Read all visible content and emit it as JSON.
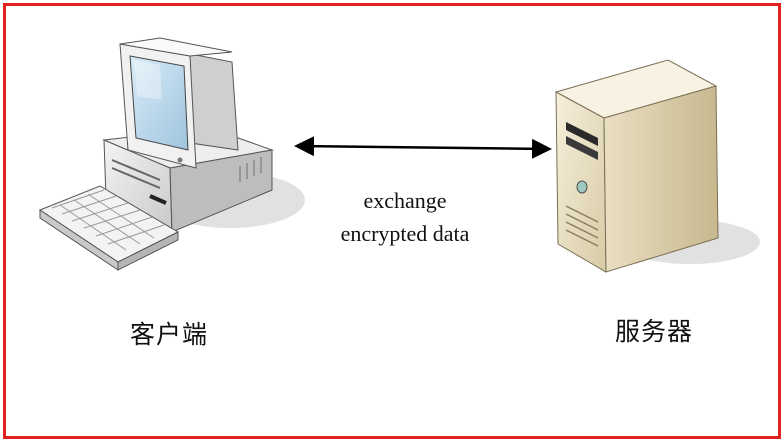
{
  "frame_color": "#e22020",
  "client": {
    "label": "客户端",
    "icon": "desktop-computer-icon"
  },
  "server": {
    "label": "服务器",
    "icon": "server-tower-icon"
  },
  "link": {
    "line1": "exchange",
    "line2": "encrypted data",
    "icon": "double-headed-arrow"
  }
}
